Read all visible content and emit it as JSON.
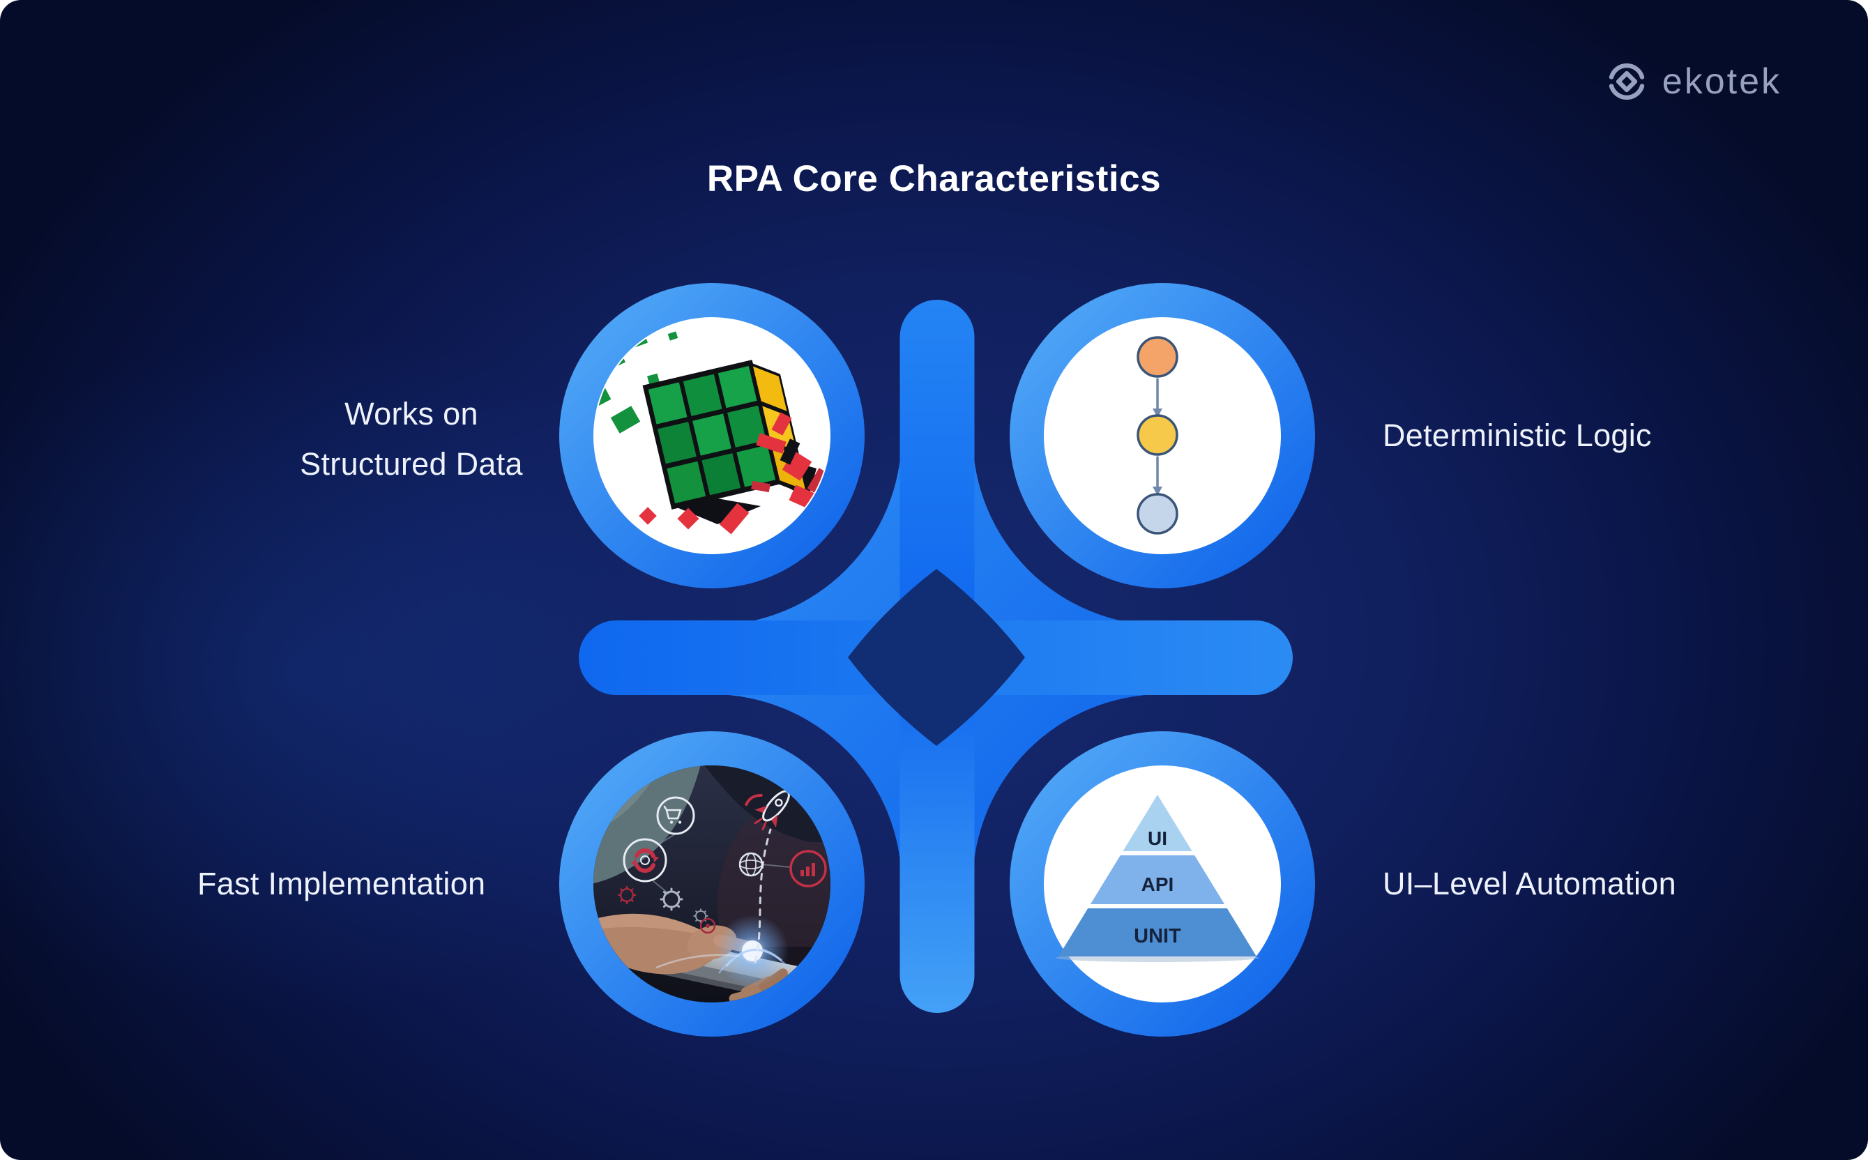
{
  "title": "RPA Core Characteristics",
  "logo": {
    "text": "ekotek"
  },
  "items": [
    {
      "id": "works-on-structured-data",
      "position": "top-left",
      "icon": "rubiks-cube-icon",
      "label_lines": [
        "Works on",
        "Structured Data"
      ]
    },
    {
      "id": "deterministic-logic",
      "position": "top-right",
      "icon": "sequence-flow-icon",
      "label_lines": [
        "Deterministic Logic"
      ]
    },
    {
      "id": "fast-implementation",
      "position": "bottom-left",
      "icon": "hand-touchscreen-photo",
      "label_lines": [
        "Fast Implementation"
      ]
    },
    {
      "id": "ui-level-automation",
      "position": "bottom-right",
      "icon": "test-pyramid-icon",
      "label_lines": [
        "UI–Level Automation"
      ]
    }
  ],
  "pyramid": {
    "tiers": [
      {
        "label": "UI",
        "color": "#a9d2f1"
      },
      {
        "label": "API",
        "color": "#7fb1ea"
      },
      {
        "label": "UNIT",
        "color": "#4e8fd3"
      }
    ]
  },
  "flow_nodes": [
    {
      "color": "#f4a469"
    },
    {
      "color": "#f6c94a"
    },
    {
      "color": "#c6d6ea"
    }
  ],
  "colors": {
    "background_navy": "#101f5e",
    "ring_blue_light": "#54acf7",
    "ring_blue_deep": "#0b61ea",
    "cross_blue": "#0f66ee",
    "center_diamond": "#112e74",
    "label_text": "#eef2fc",
    "logo_text": "#99a1c0"
  }
}
